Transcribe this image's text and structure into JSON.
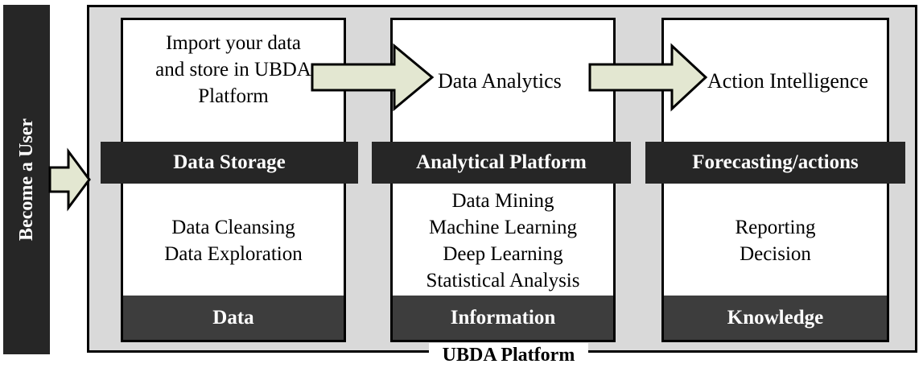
{
  "left_bar": {
    "label": "Become a User"
  },
  "platform": {
    "caption": "UBDA Platform"
  },
  "columns": [
    {
      "top_lines": [
        "Import your data",
        "and store in UBDA",
        "Platform"
      ],
      "header": "Data Storage",
      "body_lines": [
        "Data Cleansing",
        "Data Exploration"
      ],
      "footer": "Data"
    },
    {
      "top_label": "Data Analytics",
      "header": "Analytical Platform",
      "body_lines": [
        "Data Mining",
        "Machine Learning",
        "Deep Learning",
        "Statistical Analysis"
      ],
      "footer": "Information"
    },
    {
      "top_label": "Action Intelligence",
      "header": "Forecasting/actions",
      "body_lines": [
        "Reporting",
        "Decision"
      ],
      "footer": "Knowledge"
    }
  ],
  "colors": {
    "header_banner": "#262626",
    "footer_banner": "#3d3d3d",
    "left_bar": "#262626",
    "container_bg": "#d9d9d9",
    "arrow_fill": "#e3e7d1",
    "arrow_stroke": "#000000"
  }
}
